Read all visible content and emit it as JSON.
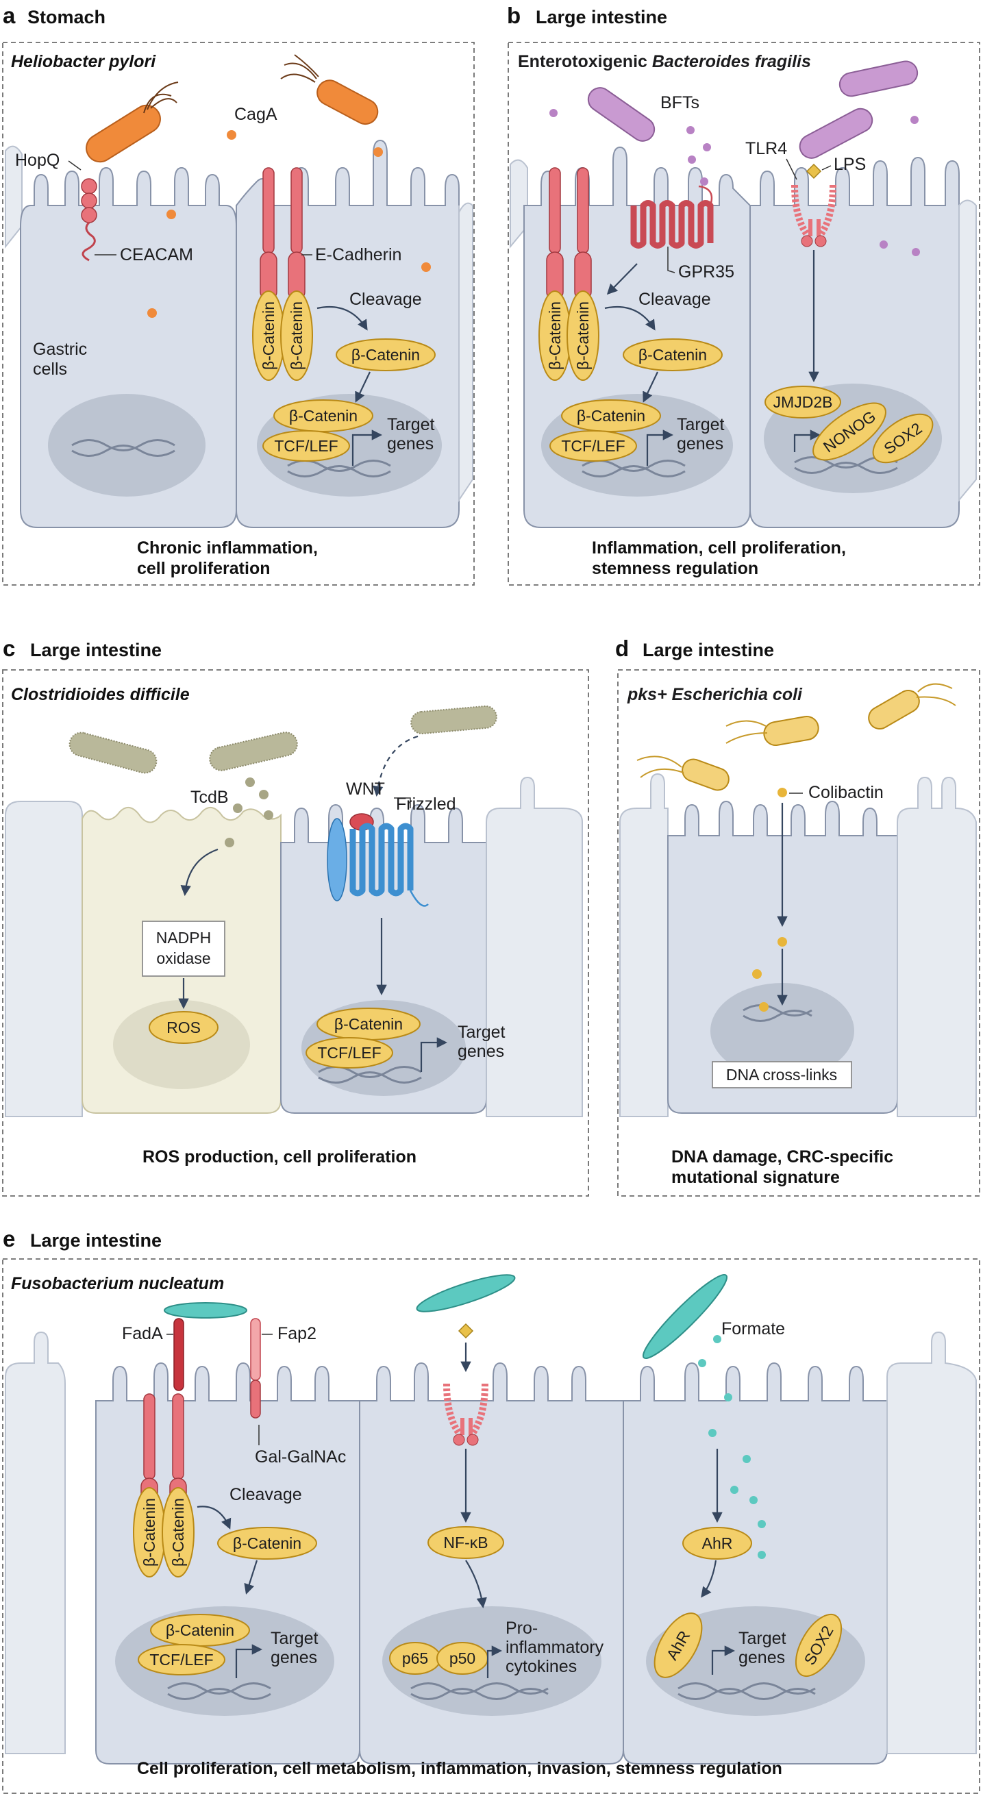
{
  "panels": {
    "a": {
      "letter": "a",
      "title": "Stomach",
      "species": "Heliobacter pylori",
      "labels": {
        "hopq": "HopQ",
        "caga": "CagA",
        "ceacam": "CEACAM",
        "ecad": "E-Cadherin",
        "cleavage": "Cleavage",
        "bcat": "β-Catenin",
        "bcat_v1": "β-Catenin",
        "bcat_v2": "β-Catenin",
        "bcat_n": "β-Catenin",
        "tcf": "TCF/LEF",
        "target1": "Target",
        "target2": "genes",
        "gastric1": "Gastric",
        "gastric2": "cells"
      },
      "caption": [
        "Chronic inflammation,",
        "cell proliferation"
      ]
    },
    "b": {
      "letter": "b",
      "title": "Large intestine",
      "species_pre": "Enterotoxigenic ",
      "species_it": "Bacteroides fragilis",
      "labels": {
        "bfts": "BFTs",
        "tlr4": "TLR4",
        "lps": "LPS",
        "gpr35": "GPR35",
        "cleavage": "Cleavage",
        "bcat": "β-Catenin",
        "bcat_v1": "β-Catenin",
        "bcat_v2": "β-Catenin",
        "bcat_n": "β-Catenin",
        "tcf": "TCF/LEF",
        "target1": "Target",
        "target2": "genes",
        "jmjd": "JMJD2B",
        "nonog": "NONOG",
        "sox2": "SOX2"
      },
      "caption": [
        "Inflammation, cell  proliferation,",
        "stemness regulation"
      ]
    },
    "c": {
      "letter": "c",
      "title": "Large intestine",
      "species": "Clostridioides difficile",
      "labels": {
        "tcdb": "TcdB",
        "wnt": "WNT",
        "frizzled": "Frizzled",
        "nadph1": "NADPH",
        "nadph2": "oxidase",
        "ros": "ROS",
        "bcat": "β-Catenin",
        "tcf": "TCF/LEF",
        "target1": "Target",
        "target2": "genes"
      },
      "caption": [
        "ROS production, cell proliferation"
      ]
    },
    "d": {
      "letter": "d",
      "title": "Large intestine",
      "species_pre": "pks+ ",
      "species_it": "Escherichia coli",
      "labels": {
        "colibactin": "Colibactin",
        "dna": "DNA cross-links"
      },
      "caption": [
        "DNA damage, CRC-specific",
        "mutational signature"
      ]
    },
    "e": {
      "letter": "e",
      "title": "Large intestine",
      "species": "Fusobacterium nucleatum",
      "labels": {
        "fada": "FadA",
        "fap2": "Fap2",
        "galgal": "Gal-GalNAc",
        "cleavage": "Cleavage",
        "bcat": "β-Catenin",
        "bcat_v1": "β-Catenin",
        "bcat_v2": "β-Catenin",
        "bcat_n": "β-Catenin",
        "tcf": "TCF/LEF",
        "target1": "Target",
        "target2": "genes",
        "nfkb": "NF-κB",
        "p65": "p65",
        "p50": "p50",
        "pro1": "Pro-",
        "pro2": "inflammatory",
        "pro3": "cytokines",
        "formate": "Formate",
        "ahr": "AhR",
        "ahr_v": "AhR",
        "sox2": "SOX2",
        "target3": "Target",
        "target4": "genes"
      },
      "caption": [
        "Cell proliferation, cell metabolism, inflammation, invasion, stemness regulation"
      ]
    }
  },
  "colors": {
    "cell": "#d9dfea",
    "nucleus": "#bcc4d1",
    "oval": "#f3cf6a",
    "hpylori": "#f08a3a",
    "bfragilis": "#c99ad1",
    "cdiff": "#b9b89a",
    "fuso": "#5cc9c0",
    "cadherin": "#e8727a",
    "frizzled": "#3d8fd0"
  }
}
